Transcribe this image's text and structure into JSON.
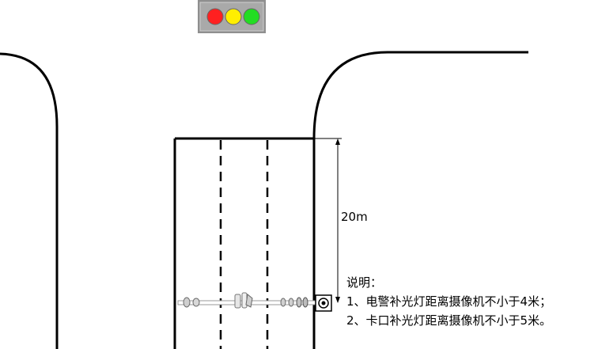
{
  "traffic_light": {
    "lights": [
      {
        "name": "red",
        "color": "#ff2020"
      },
      {
        "name": "yellow",
        "color": "#ffee00"
      },
      {
        "name": "green",
        "color": "#22dd22"
      }
    ],
    "housing_color": "#a9a9a9"
  },
  "dimension": {
    "label": "20m"
  },
  "notes": {
    "heading": "说明：",
    "lines": [
      "1、电警补光灯距离摄像机不小于4米；",
      "2、卡口补光灯距离摄像机不小于5米。"
    ]
  },
  "colors": {
    "road_line": "#000000",
    "device": "#9a9a9a"
  }
}
